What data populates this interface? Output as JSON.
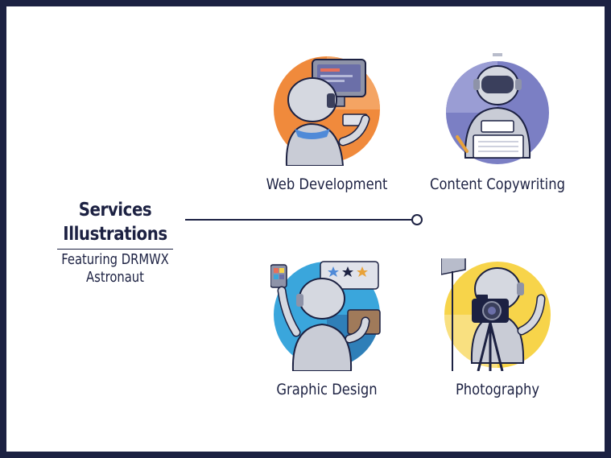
{
  "title": {
    "line1": "Services",
    "line2": "Illustrations",
    "subtitle1": "Featuring DRMWX",
    "subtitle2": "Astronaut"
  },
  "services": [
    {
      "label": "Web Development",
      "icon": "computer-icon",
      "bg": "#f08a3c"
    },
    {
      "label": "Content Copywriting",
      "icon": "lightbulb-icon",
      "bg": "#7b7fc4"
    },
    {
      "label": "Graphic Design",
      "icon": "palette-icon",
      "bg": "#3aa6dc"
    },
    {
      "label": "Photography",
      "icon": "camera-icon",
      "bg": "#f7d44a"
    }
  ],
  "colors": {
    "frame": "#1c2142",
    "text": "#1c2142",
    "suit": "#c9ccd6",
    "visor": "#3a3f5c"
  }
}
